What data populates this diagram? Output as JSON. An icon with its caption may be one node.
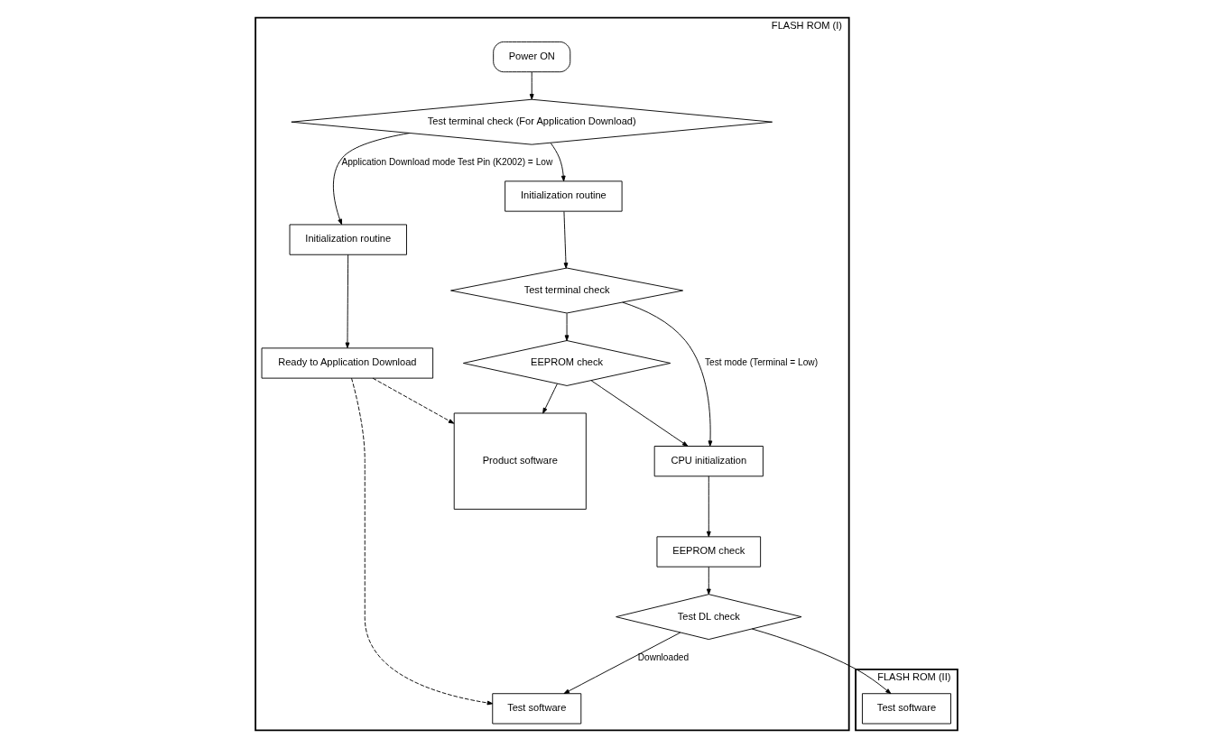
{
  "diagram": {
    "nodes": [
      {
        "text": [
          "FLASH ROM (I)"
        ]
      },
      {
        "text": [
          "Power ON"
        ],
        "in": 0
      },
      {
        "text": [
          "Test terminal check (For Application Download)"
        ],
        "in": 0
      },
      {
        "text": [
          "Initialization routine"
        ],
        "in": 0
      },
      {
        "text": [
          "Initialization routine"
        ],
        "in": 0
      },
      {
        "text": [
          "Ready to Application Download"
        ],
        "in": 0
      },
      {
        "text": [
          "Test terminal check"
        ],
        "in": 0
      },
      {
        "text": [
          "EEPROM check"
        ],
        "in": 0
      },
      {
        "text": [
          "CPU initialization"
        ],
        "in": 0
      },
      {
        "text": [
          "EEPROM check"
        ],
        "in": 0
      },
      {
        "text": [
          "Product software"
        ],
        "in": 0
      },
      {
        "text": [
          "Test DL check"
        ],
        "in": 0
      },
      {
        "text": [
          "Test software"
        ],
        "in": 0
      },
      {
        "text": [
          "FLASH ROM (II)"
        ]
      },
      {
        "text": [
          "Test software"
        ],
        "in": 13
      }
    ],
    "edges": [
      {
        "from": 1,
        "to": 2,
        "arrow": "to"
      },
      {
        "from": 2,
        "to": 3,
        "arrow": "to",
        "label": "Application Download mode Test Pin (K2002) = Low"
      },
      {
        "from": 2,
        "to": 4,
        "arrow": "to"
      },
      {
        "from": 3,
        "to": 5,
        "arrow": "to"
      },
      {
        "from": 4,
        "to": 6,
        "arrow": "to"
      },
      {
        "from": 6,
        "to": 7,
        "arrow": "to"
      },
      {
        "from": 6,
        "to": 8,
        "arrow": "to",
        "label": "Test mode (Terminal = Low)"
      },
      {
        "from": 7,
        "to": 8,
        "arrow": "to"
      },
      {
        "from": 7,
        "to": 10,
        "arrow": "to"
      },
      {
        "from": 8,
        "to": 9,
        "arrow": "to"
      },
      {
        "from": 9,
        "to": 11,
        "arrow": "to"
      },
      {
        "from": 11,
        "to": 12,
        "arrow": "to",
        "label": "Downloaded"
      },
      {
        "from": 11,
        "to": 14,
        "arrow": "to"
      },
      {
        "from": 5,
        "to": 10,
        "arrow": "to",
        "style": "dashed"
      },
      {
        "from": 5,
        "to": 12,
        "arrow": "to",
        "style": "dashed"
      }
    ]
  }
}
